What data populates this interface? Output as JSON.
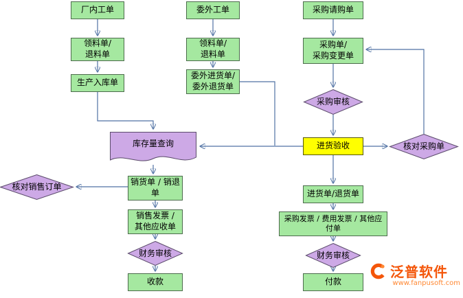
{
  "colors": {
    "box_green": "#a5e8a0",
    "box_yellow": "#ffff00",
    "shape_purple": "#cda9e6",
    "line": "#4f71a3",
    "brand_orange": "#f4560a",
    "brand_orange_light": "#ff8833"
  },
  "nodes": {
    "factory_work_order": "厂内工单",
    "factory_material": "领料单/\n退料单",
    "production_warehouse": "生产入库单",
    "outsource_work_order": "委外工单",
    "outsource_material": "领料单/\n退料单",
    "outsource_receipt": "委外进货单/\n委外退货单",
    "purchase_request": "采购请购单",
    "purchase_order": "采购单/\n采购变更单",
    "purchase_audit": "采购审核",
    "goods_inspection": "进货验收",
    "check_purchase": "核对采购单",
    "inventory_query": "库存量查询",
    "check_sales": "核对销售订单",
    "sales_order": "销货单 / 销退\n单",
    "sales_invoice": "销售发票 /\n其他应收单",
    "finance_audit_sales": "财务审核",
    "receive_payment": "收款",
    "goods_receipt_return": "进货单/退货单",
    "purchase_invoice": "采购发票 / 费用发票 / 其他应\n付单",
    "finance_audit_purchase": "财务审核",
    "payment": "付款"
  },
  "watermark": {
    "brand": "泛普软件",
    "url": "www.fanpusoft.com"
  }
}
